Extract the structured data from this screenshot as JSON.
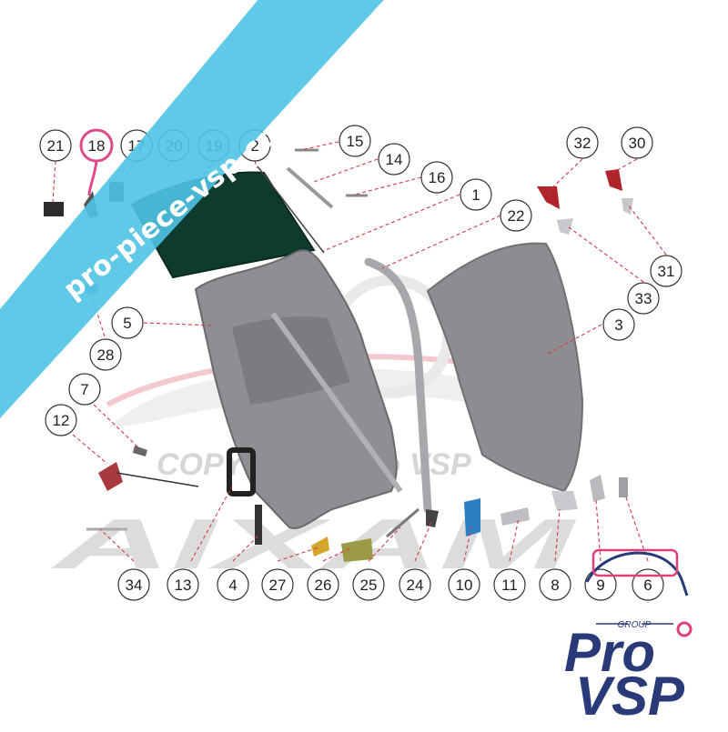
{
  "banner": {
    "text": "pro-piece-vsp.com",
    "color": "#4fc3e6"
  },
  "watermark": {
    "copyright": "COPYRIGHT Pro VSP",
    "brand": "AIXAM"
  },
  "logo": {
    "group": "GROUP",
    "line1": "Pro",
    "line2": "VSP",
    "primary_color": "#2a3a78",
    "accent_color": "#e0407a"
  },
  "highlight": {
    "callout": "18",
    "color": "#e04a8a"
  },
  "callouts": [
    "21",
    "18",
    "17",
    "20",
    "19",
    "2",
    "15",
    "14",
    "16",
    "1",
    "22",
    "32",
    "30",
    "31",
    "33",
    "3",
    "5",
    "28",
    "7",
    "12",
    "34",
    "13",
    "4",
    "27",
    "26",
    "25",
    "24",
    "10",
    "11",
    "8",
    "9",
    "6"
  ],
  "leader_color": "#d23a4a"
}
